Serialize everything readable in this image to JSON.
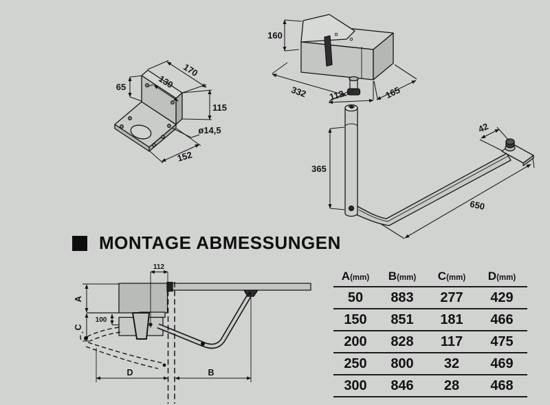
{
  "colors": {
    "background": "#d1d3d1",
    "line": "#161616",
    "face_light": "#d6d9d6",
    "face_mid": "#c3c6c3",
    "face_dark": "#b4b7b4",
    "accent_black": "#0d0d0d"
  },
  "heading": {
    "text": "MONTAGE ABMESSUNGEN"
  },
  "bracket": {
    "dims": {
      "width": "170",
      "inner_width": "130",
      "tab_height": "65",
      "height": "115",
      "hole": "ø14,5",
      "depth": "152"
    }
  },
  "motor": {
    "dims": {
      "height": "160",
      "length": "332",
      "shaft_offset": "112",
      "depth": "165"
    }
  },
  "arm": {
    "dims": {
      "tube": "365",
      "pivot_offset": "42",
      "length": "650"
    }
  },
  "mount": {
    "dims": {
      "shaft_to_gate": "112",
      "shaft_drop": "100"
    },
    "labels": {
      "a": "A",
      "b": "B",
      "c": "C",
      "d": "D"
    }
  },
  "table": {
    "columns": [
      {
        "letter": "A",
        "unit": "(mm)"
      },
      {
        "letter": "B",
        "unit": "(mm)"
      },
      {
        "letter": "C",
        "unit": "(mm)"
      },
      {
        "letter": "D",
        "unit": "(mm)"
      }
    ],
    "rows": [
      [
        "50",
        "883",
        "277",
        "429"
      ],
      [
        "150",
        "851",
        "181",
        "466"
      ],
      [
        "200",
        "828",
        "117",
        "475"
      ],
      [
        "250",
        "800",
        "32",
        "469"
      ],
      [
        "300",
        "846",
        "28",
        "468"
      ]
    ]
  }
}
